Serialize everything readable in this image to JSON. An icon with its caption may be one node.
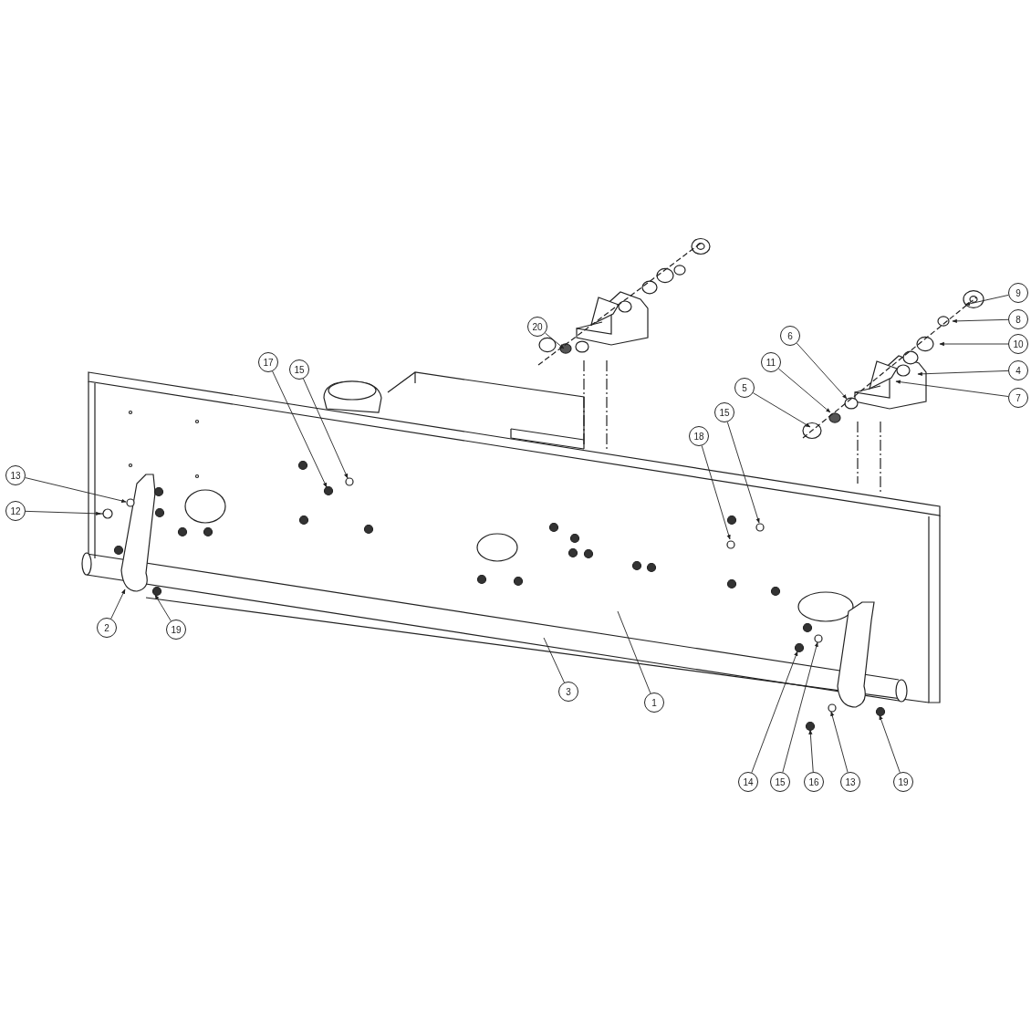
{
  "diagram": {
    "nodes": [
      {
        "text": [
          "20"
        ]
      },
      {
        "text": [
          "9"
        ]
      },
      {
        "text": [
          "8"
        ]
      },
      {
        "text": [
          "10"
        ]
      },
      {
        "text": [
          "4"
        ]
      },
      {
        "text": [
          "7"
        ]
      },
      {
        "text": [
          "6"
        ]
      },
      {
        "text": [
          "11"
        ]
      },
      {
        "text": [
          "5"
        ]
      },
      {
        "text": [
          "17"
        ]
      },
      {
        "text": [
          "15"
        ]
      },
      {
        "text": [
          "15"
        ]
      },
      {
        "text": [
          "18"
        ]
      },
      {
        "text": [
          "13"
        ]
      },
      {
        "text": [
          "12"
        ]
      },
      {
        "text": [
          "2"
        ]
      },
      {
        "text": [
          "19"
        ]
      },
      {
        "text": [
          "3"
        ]
      },
      {
        "text": [
          "1"
        ]
      },
      {
        "text": [
          "14"
        ]
      },
      {
        "text": [
          "15"
        ]
      },
      {
        "text": [
          "16"
        ]
      },
      {
        "text": [
          "13"
        ]
      },
      {
        "text": [
          "19"
        ]
      }
    ],
    "edges": [
      {
        "from": 0,
        "to": null,
        "arrow": "to"
      },
      {
        "from": 1,
        "to": null,
        "arrow": "to"
      },
      {
        "from": 2,
        "to": null,
        "arrow": "to"
      },
      {
        "from": 3,
        "to": null,
        "arrow": "to"
      },
      {
        "from": 4,
        "to": null,
        "arrow": "to"
      },
      {
        "from": 5,
        "to": null,
        "arrow": "to"
      },
      {
        "from": 6,
        "to": null,
        "arrow": "to"
      },
      {
        "from": 7,
        "to": null,
        "arrow": "to"
      },
      {
        "from": 8,
        "to": null,
        "arrow": "to"
      },
      {
        "from": 9,
        "to": null,
        "arrow": "to"
      },
      {
        "from": 10,
        "to": null,
        "arrow": "to"
      },
      {
        "from": 11,
        "to": null,
        "arrow": "to"
      },
      {
        "from": 12,
        "to": null,
        "arrow": "to"
      },
      {
        "from": 13,
        "to": null,
        "arrow": "to"
      },
      {
        "from": 14,
        "to": null,
        "arrow": "to"
      },
      {
        "from": 15,
        "to": null,
        "arrow": "to"
      },
      {
        "from": 16,
        "to": null,
        "arrow": "to"
      },
      {
        "from": 17,
        "to": null,
        "arrow": "none"
      },
      {
        "from": 18,
        "to": null,
        "arrow": "none"
      },
      {
        "from": 19,
        "to": null,
        "arrow": "to"
      },
      {
        "from": 20,
        "to": null,
        "arrow": "to"
      },
      {
        "from": 21,
        "to": null,
        "arrow": "to"
      },
      {
        "from": 22,
        "to": null,
        "arrow": "to"
      },
      {
        "from": 23,
        "to": null,
        "arrow": "to"
      }
    ]
  }
}
